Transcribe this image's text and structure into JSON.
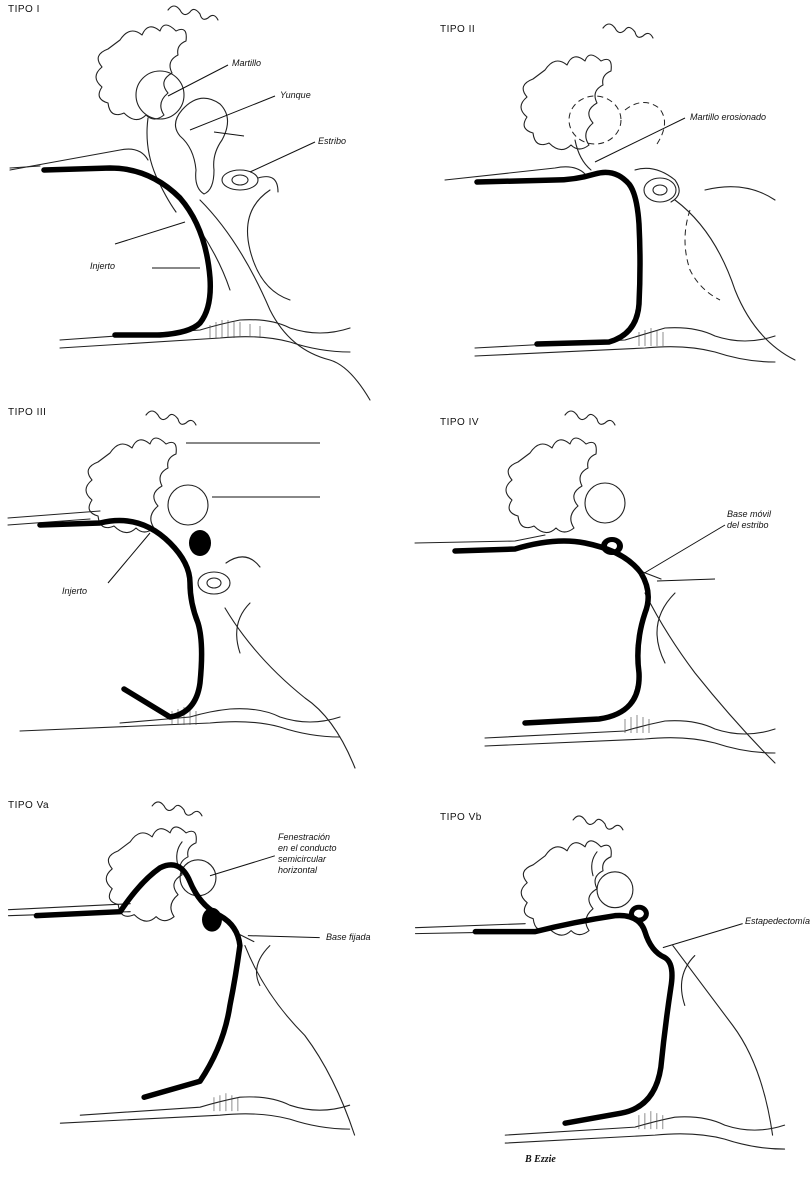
{
  "panels": {
    "p1": {
      "title": "TIPO I",
      "labels": {
        "martillo": "Martillo",
        "yunque": "Yunque",
        "estribo": "Estribo",
        "injerto": "Injerto"
      }
    },
    "p2": {
      "title": "TIPO II",
      "labels": {
        "martillo_erosionado": "Martillo erosionado"
      }
    },
    "p3": {
      "title": "TIPO III",
      "labels": {
        "injerto": "Injerto"
      }
    },
    "p4": {
      "title": "TIPO IV",
      "labels": {
        "base_movil": "Base móvil\ndel estribo"
      }
    },
    "p5": {
      "title": "TIPO Va",
      "labels": {
        "fenestracion": "Fenestración\nen el conducto\nsemicircular\nhorizontal",
        "base_fijada": "Base fijada"
      }
    },
    "p6": {
      "title": "TIPO Vb",
      "labels": {
        "estapedectomia": "Estapedectomía"
      }
    }
  },
  "signature": "B Ezzie"
}
